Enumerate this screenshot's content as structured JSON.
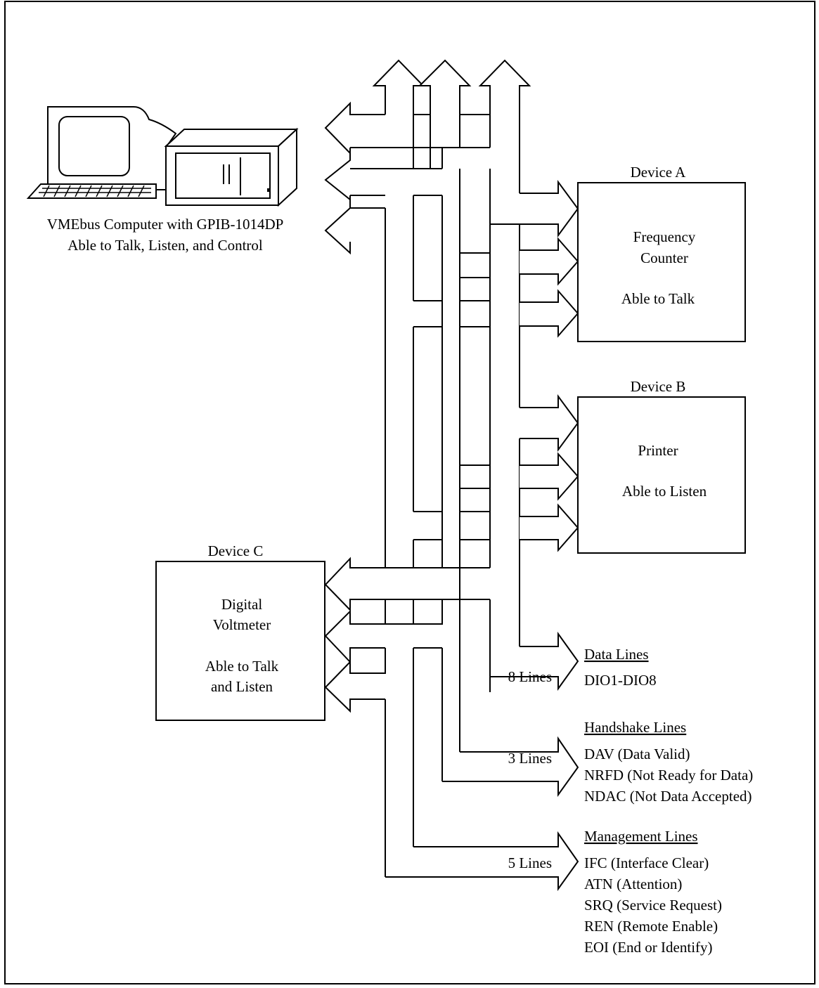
{
  "computer": {
    "line1": "VMEbus Computer with GPIB-1014DP",
    "line2": "Able to Talk, Listen, and Control"
  },
  "device_a": {
    "header": "Device A",
    "line1": "Frequency",
    "line2": "Counter",
    "line3": "Able to Talk"
  },
  "device_b": {
    "header": "Device B",
    "line1": "Printer",
    "line2": "Able to Listen"
  },
  "device_c": {
    "header": "Device C",
    "line1": "Digital",
    "line2": "Voltmeter",
    "line3": "Able to Talk",
    "line4": "and Listen"
  },
  "data_lines": {
    "title": "Data Lines",
    "count": "8 Lines",
    "items": [
      "DIO1-DIO8"
    ]
  },
  "handshake_lines": {
    "title": "Handshake Lines",
    "count": "3 Lines",
    "items": [
      "DAV (Data Valid)",
      "NRFD (Not Ready for Data)",
      "NDAC (Not Data Accepted)"
    ]
  },
  "management_lines": {
    "title": "Management Lines",
    "count": "5 Lines",
    "items": [
      "IFC (Interface Clear)",
      "ATN (Attention)",
      "SRQ (Service Request)",
      "REN (Remote Enable)",
      "EOI (End or Identify)"
    ]
  }
}
